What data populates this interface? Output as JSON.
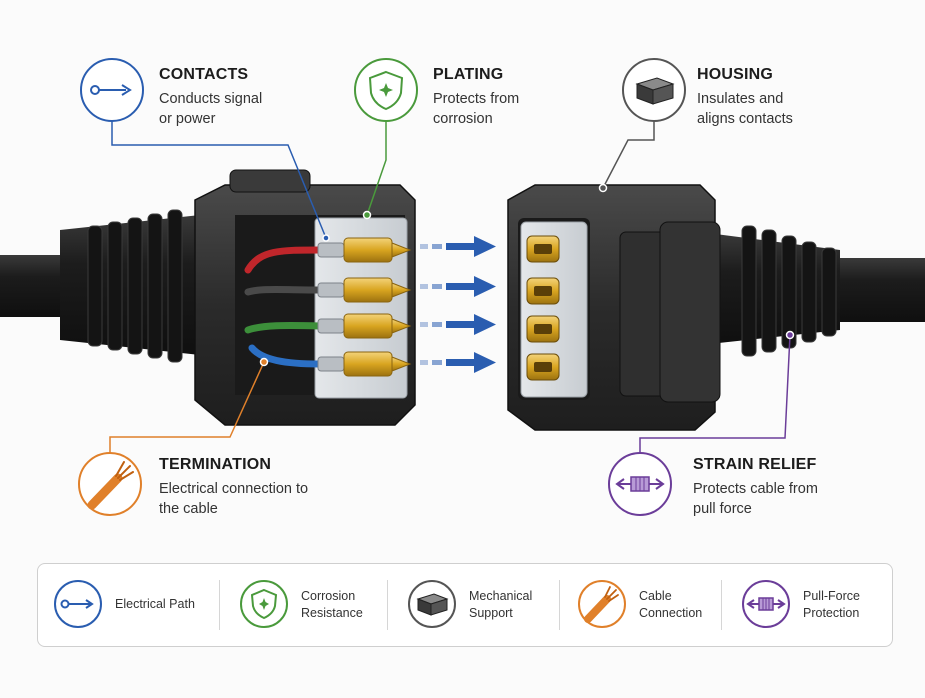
{
  "callouts": {
    "contacts": {
      "title": "CONTACTS",
      "desc": "Conducts signal or power",
      "color": "#2a5db0",
      "icon": "arrow-path-icon"
    },
    "plating": {
      "title": "PLATING",
      "desc": "Protects from corrosion",
      "color": "#4a9a3c",
      "icon": "shield-icon"
    },
    "housing": {
      "title": "HOUSING",
      "desc": "Insulates and aligns contacts",
      "color": "#555555",
      "icon": "block-icon"
    },
    "termination": {
      "title": "TERMINATION",
      "desc": "Electrical connection to the cable",
      "color": "#e0802a",
      "icon": "stranded-wire-icon"
    },
    "strain_relief": {
      "title": "STRAIN RELIEF",
      "desc": "Protects cable from pull force",
      "color": "#6b3d99",
      "icon": "pull-force-icon"
    }
  },
  "legend": [
    {
      "label": "Electrical Path",
      "color": "#2a5db0",
      "icon": "arrow-path-icon"
    },
    {
      "label": "Corrosion\nResistance",
      "color": "#4a9a3c",
      "icon": "shield-icon"
    },
    {
      "label": "Mechanical\nSupport",
      "color": "#555555",
      "icon": "block-icon"
    },
    {
      "label": "Cable\nConnection",
      "color": "#e0802a",
      "icon": "stranded-wire-icon"
    },
    {
      "label": "Pull-Force\nProtection",
      "color": "#6b3d99",
      "icon": "pull-force-icon"
    }
  ],
  "wires": [
    "#c0262b",
    "#4a4a4a",
    "#3c8f3a",
    "#2b6fc4"
  ],
  "colors": {
    "gold": "#d9a520",
    "arrow": "#2a5db0",
    "housing": "#2e2e2e",
    "cable": "#1e1e1e"
  }
}
